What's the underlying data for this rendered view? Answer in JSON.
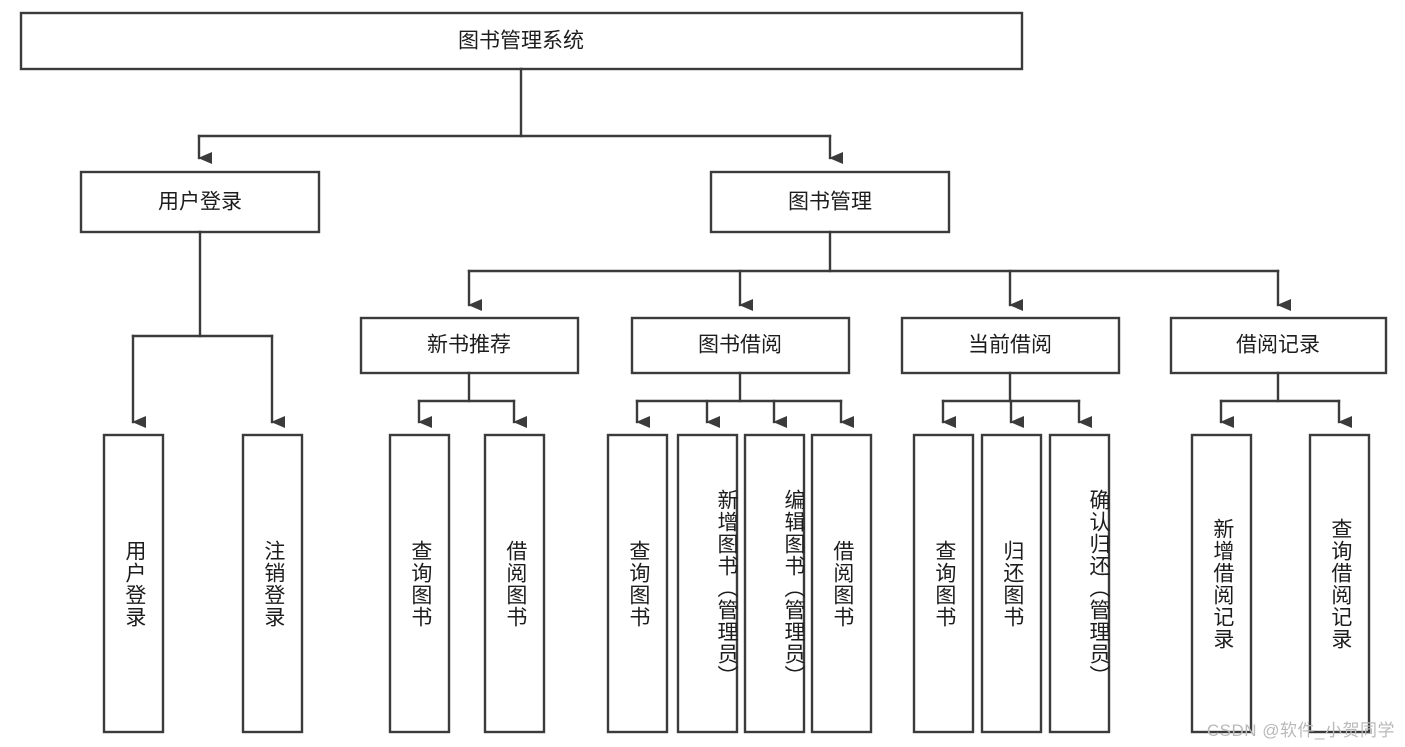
{
  "diagram": {
    "title": "图书管理系统 功能结构图",
    "type": "tree",
    "orientation": "top-down",
    "colors": {
      "box_fill": "#ffffff",
      "box_stroke": "#3b3b3b",
      "connector": "#3b3b3b",
      "text": "#1d1d1d",
      "background": "#ffffff",
      "watermark": "#b9b9b9"
    },
    "root": {
      "label": "图书管理系统"
    },
    "level2": [
      {
        "id": "user-login",
        "label": "用户登录"
      },
      {
        "id": "book-manage",
        "label": "图书管理"
      }
    ],
    "level3": [
      {
        "id": "new-book-recommend",
        "label": "新书推荐",
        "parent": "book-manage"
      },
      {
        "id": "book-borrow",
        "label": "图书借阅",
        "parent": "book-manage"
      },
      {
        "id": "current-borrow",
        "label": "当前借阅",
        "parent": "book-manage"
      },
      {
        "id": "borrow-record",
        "label": "借阅记录",
        "parent": "book-manage"
      }
    ],
    "leaves": [
      {
        "id": "leaf-user-login",
        "label": "用户登录",
        "parent": "user-login"
      },
      {
        "id": "leaf-user-logout",
        "label": "注销登录",
        "parent": "user-login"
      },
      {
        "id": "leaf-query-book-1",
        "label": "查询图书",
        "parent": "new-book-recommend"
      },
      {
        "id": "leaf-borrow-book-1",
        "label": "借阅图书",
        "parent": "new-book-recommend"
      },
      {
        "id": "leaf-query-book-2",
        "label": "查询图书",
        "parent": "book-borrow"
      },
      {
        "id": "leaf-add-book",
        "label": "新增图书（管理员）",
        "parent": "book-borrow"
      },
      {
        "id": "leaf-edit-book",
        "label": "编辑图书（管理员）",
        "parent": "book-borrow"
      },
      {
        "id": "leaf-borrow-book-2",
        "label": "借阅图书",
        "parent": "book-borrow"
      },
      {
        "id": "leaf-query-book-3",
        "label": "查询图书",
        "parent": "current-borrow"
      },
      {
        "id": "leaf-return-book",
        "label": "归还图书",
        "parent": "current-borrow"
      },
      {
        "id": "leaf-confirm-return",
        "label": "确认归还（管理员）",
        "parent": "current-borrow"
      },
      {
        "id": "leaf-add-record",
        "label": "新增借阅记录",
        "parent": "borrow-record"
      },
      {
        "id": "leaf-query-record",
        "label": "查询借阅记录",
        "parent": "borrow-record"
      }
    ]
  },
  "watermark": {
    "text": "CSDN @软件_小贺同学"
  }
}
